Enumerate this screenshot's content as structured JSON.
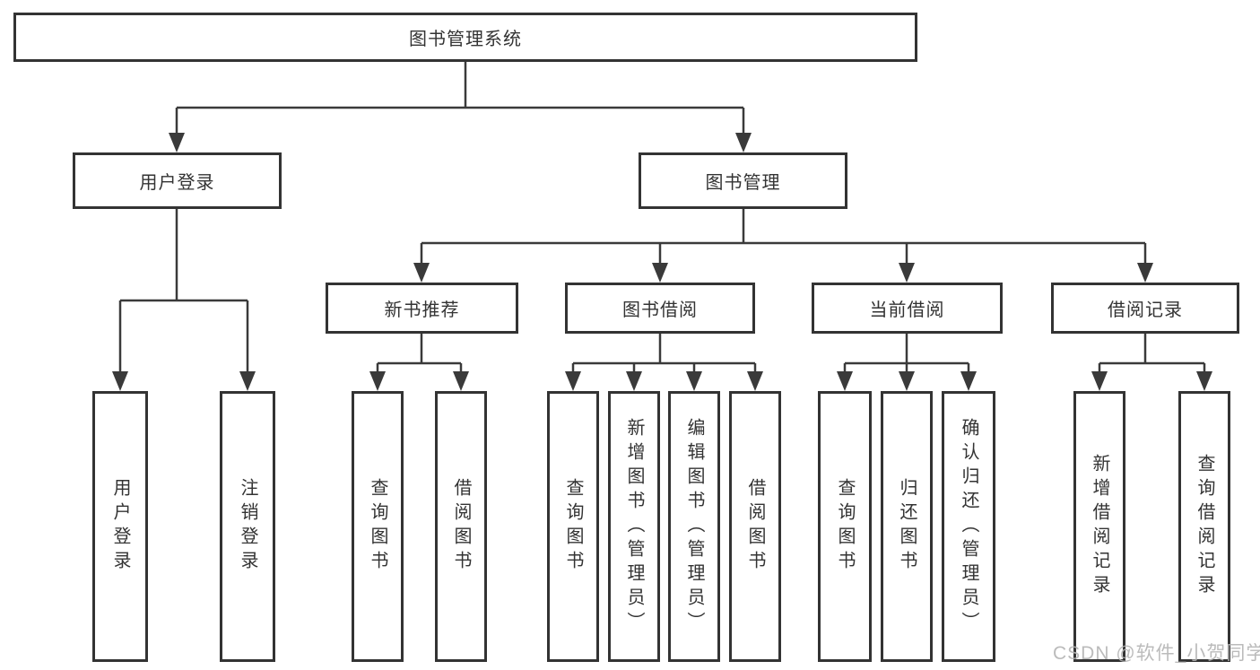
{
  "diagram": {
    "title": "图书管理系统",
    "nodes": {
      "root": {
        "label": "图书管理系统"
      },
      "user_login": {
        "label": "用户登录"
      },
      "book_mgmt": {
        "label": "图书管理"
      },
      "new_book_rec": {
        "label": "新书推荐"
      },
      "book_borrow": {
        "label": "图书借阅"
      },
      "current_borrow": {
        "label": "当前借阅"
      },
      "borrow_records": {
        "label": "借阅记录"
      },
      "leaf_user_login": {
        "label": "用户登录"
      },
      "leaf_logout": {
        "label": "注销登录"
      },
      "leaf_rec_query_books": {
        "label": "查询图书"
      },
      "leaf_rec_borrow_books": {
        "label": "借阅图书"
      },
      "leaf_bb_query_books": {
        "label": "查询图书"
      },
      "leaf_bb_add_books": {
        "label": "新增图书（管理员）"
      },
      "leaf_bb_edit_books": {
        "label": "编辑图书（管理员）"
      },
      "leaf_bb_borrow_books": {
        "label": "借阅图书"
      },
      "leaf_cur_query_books": {
        "label": "查询图书"
      },
      "leaf_cur_return_books": {
        "label": "归还图书"
      },
      "leaf_cur_confirm_return": {
        "label": "确认归还（管理员）"
      },
      "leaf_recs_add_record": {
        "label": "新增借阅记录"
      },
      "leaf_recs_query_record": {
        "label": "查询借阅记录"
      }
    },
    "tree": {
      "图书管理系统": {
        "用户登录": [
          "用户登录",
          "注销登录"
        ],
        "图书管理": {
          "新书推荐": [
            "查询图书",
            "借阅图书"
          ],
          "图书借阅": [
            "查询图书",
            "新增图书（管理员）",
            "编辑图书（管理员）",
            "借阅图书"
          ],
          "当前借阅": [
            "查询图书",
            "归还图书",
            "确认归还（管理员）"
          ],
          "借阅记录": [
            "新增借阅记录",
            "查询借阅记录"
          ]
        }
      }
    }
  },
  "colors": {
    "box_border": "#333333",
    "connector": "#3a3a3a",
    "text": "#333333",
    "watermark": "#b4b4b4",
    "background": "#ffffff"
  },
  "watermark": {
    "text": "CSDN @软件_小贺同学"
  }
}
